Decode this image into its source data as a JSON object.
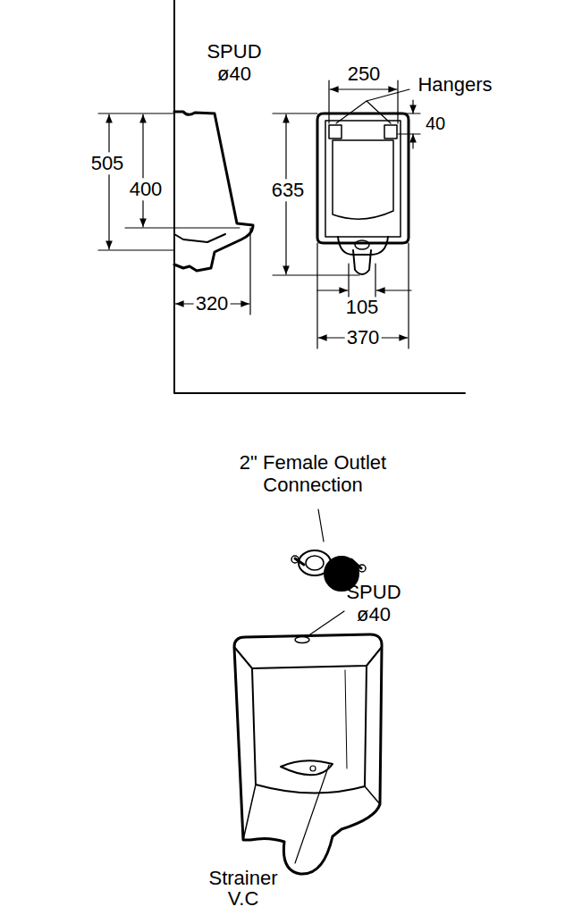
{
  "diagram": {
    "labels": [
      "SPUD ø40",
      "250",
      "Hangers",
      "505",
      "400",
      "40",
      "635",
      "320",
      "105",
      "370",
      "2\" Female Outlet Connection",
      "SPUD ø40",
      "Strainer V.C"
    ]
  }
}
